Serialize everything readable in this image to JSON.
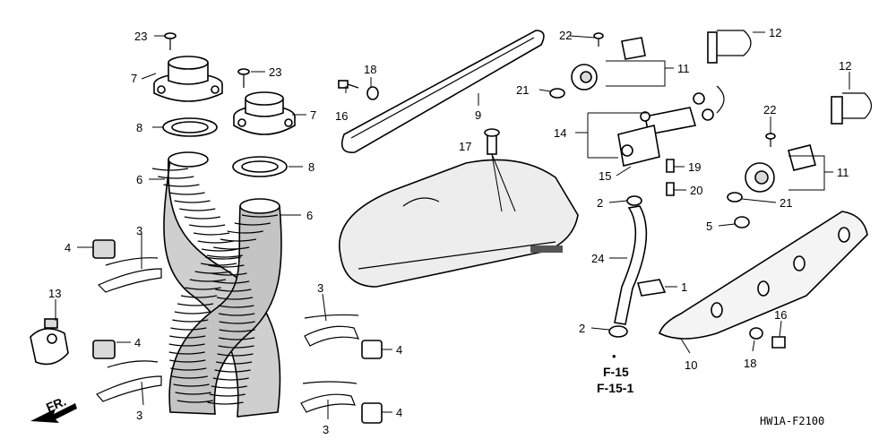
{
  "callouts": [
    {
      "id": "c23a",
      "text": "23"
    },
    {
      "id": "c7a",
      "text": "7"
    },
    {
      "id": "c23b",
      "text": "23"
    },
    {
      "id": "c7b",
      "text": "7"
    },
    {
      "id": "c8a",
      "text": "8"
    },
    {
      "id": "c8b",
      "text": "8"
    },
    {
      "id": "c6a",
      "text": "6"
    },
    {
      "id": "c6b",
      "text": "6"
    },
    {
      "id": "c4a",
      "text": "4"
    },
    {
      "id": "c3a",
      "text": "3"
    },
    {
      "id": "c13",
      "text": "13"
    },
    {
      "id": "c4b",
      "text": "4"
    },
    {
      "id": "c3b",
      "text": "3"
    },
    {
      "id": "c3c",
      "text": "3"
    },
    {
      "id": "c4c",
      "text": "4"
    },
    {
      "id": "c3d",
      "text": "3"
    },
    {
      "id": "c4d",
      "text": "4"
    },
    {
      "id": "c18a",
      "text": "18"
    },
    {
      "id": "c16a",
      "text": "16"
    },
    {
      "id": "c9",
      "text": "9"
    },
    {
      "id": "c17",
      "text": "17"
    },
    {
      "id": "c22a",
      "text": "22"
    },
    {
      "id": "c11a",
      "text": "11"
    },
    {
      "id": "c12a",
      "text": "12"
    },
    {
      "id": "c21a",
      "text": "21"
    },
    {
      "id": "c14",
      "text": "14"
    },
    {
      "id": "c12b",
      "text": "12"
    },
    {
      "id": "c22b",
      "text": "22"
    },
    {
      "id": "c15",
      "text": "15"
    },
    {
      "id": "c19",
      "text": "19"
    },
    {
      "id": "c11b",
      "text": "11"
    },
    {
      "id": "c2a",
      "text": "2"
    },
    {
      "id": "c20",
      "text": "20"
    },
    {
      "id": "c21b",
      "text": "21"
    },
    {
      "id": "c5",
      "text": "5"
    },
    {
      "id": "c24",
      "text": "24"
    },
    {
      "id": "c1",
      "text": "1"
    },
    {
      "id": "c2b",
      "text": "2"
    },
    {
      "id": "c16b",
      "text": "16"
    },
    {
      "id": "c18b",
      "text": "18"
    },
    {
      "id": "c10",
      "text": "10"
    }
  ],
  "references": {
    "ref1": "F-15",
    "ref2": "F-15-1"
  },
  "front_arrow_label": "FR.",
  "diagram_code": "HW1A-F2100"
}
